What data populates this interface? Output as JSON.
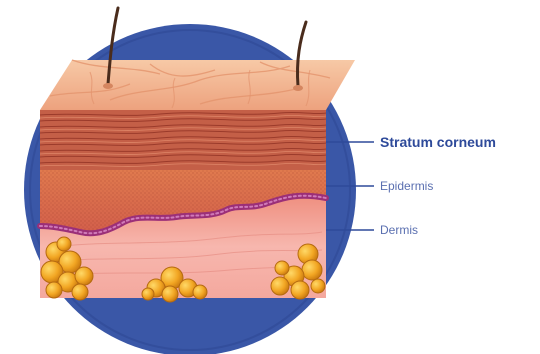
{
  "labels": {
    "stratum_corneum": "Stratum corneum",
    "epidermis": "Epidermis",
    "dermis": "Dermis"
  },
  "colors": {
    "circle": "#3a57a7",
    "circle_edge": "#2c4591",
    "label_strong": "#2e4a9a",
    "label_light": "#5a6fb0",
    "leader": "#2e4a9a",
    "top_surface": "#f2b58f",
    "corneum": "#c8624a",
    "epidermis": "#d9704f",
    "dermis": "#f3aaa2",
    "basal_cells": "#9b2f78",
    "fat": "#f0a623",
    "hair": "#4a2c1c"
  },
  "icons": {
    "circle": "background-circle-icon",
    "hair": "hair-icon",
    "fat": "fat-cells-icon"
  }
}
